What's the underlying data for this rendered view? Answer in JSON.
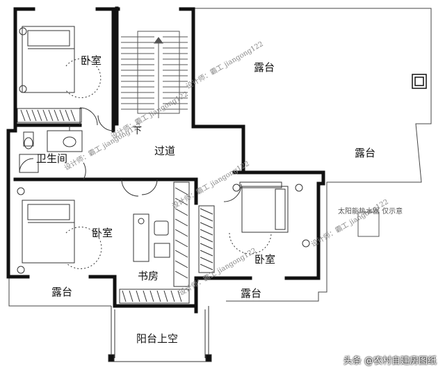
{
  "rooms": {
    "bedroom_top_left": "卧室",
    "stair_down": "下",
    "terrace_top": "露台",
    "corridor": "过道",
    "bathroom": "卫生间",
    "terrace_right": "露台",
    "bedroom_left": "卧室",
    "study": "书房",
    "bedroom_right": "卧室",
    "terrace_bottom_left": "露台",
    "terrace_bottom_mid": "露台",
    "balcony_void": "阳台上空"
  },
  "watermarks": [
    "设计师：霸工 jiangong122",
    "设计师：霸工 jiangong122",
    "设计师：霸工 jiangong122",
    "设计师：霸工 jiangong122",
    "设计师：霸工 jiangong122",
    "设计师：霸工 jiangong122"
  ],
  "solar_note": "太阳能热水器  仅示意",
  "credit": "头条 @农村自建房图纸",
  "colors": {
    "wall": "#111111",
    "line": "#333333",
    "background": "#ffffff"
  }
}
